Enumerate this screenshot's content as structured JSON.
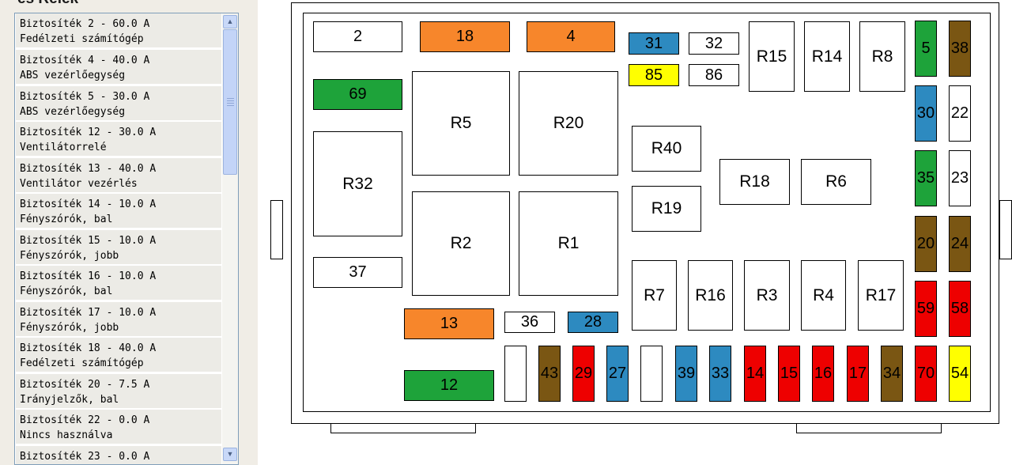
{
  "left_panel": {
    "heading": "és Relék",
    "items": [
      {
        "line1": "Biztosíték 2 - 60.0 A",
        "line2": "Fedélzeti számítógép"
      },
      {
        "line1": "Biztosíték 4 - 40.0 A",
        "line2": "ABS vezérlőegység"
      },
      {
        "line1": "Biztosíték 5 - 30.0 A",
        "line2": "ABS vezérlőegység"
      },
      {
        "line1": "Biztosíték 12 - 30.0 A",
        "line2": "Ventilátorrelé"
      },
      {
        "line1": "Biztosíték 13 - 40.0 A",
        "line2": "Ventilátor vezérlés"
      },
      {
        "line1": "Biztosíték 14 - 10.0 A",
        "line2": "Fényszórók, bal"
      },
      {
        "line1": "Biztosíték 15 - 10.0 A",
        "line2": "Fényszórók, jobb"
      },
      {
        "line1": "Biztosíték 16 - 10.0 A",
        "line2": "Fényszórók, bal"
      },
      {
        "line1": "Biztosíték 17 - 10.0 A",
        "line2": "Fényszórók, jobb"
      },
      {
        "line1": "Biztosíték 18 - 40.0 A",
        "line2": "Fedélzeti számítógép"
      },
      {
        "line1": "Biztosíték 20 - 7.5 A",
        "line2": "Irányjelzők, bal"
      },
      {
        "line1": "Biztosíték 22 - 0.0 A",
        "line2": "Nincs használva"
      },
      {
        "line1": "Biztosíték 23 - 0.0 A",
        "line2": ""
      }
    ],
    "scroll_up_icon": "up-arrow-icon",
    "scroll_down_icon": "down-arrow-icon"
  },
  "fuse_box": {
    "colors": {
      "orange": "#f7862b",
      "green": "#1ea33a",
      "blue": "#2d8ac0",
      "yellow": "#ffff00",
      "brown": "#7a5613",
      "red": "#ee0000",
      "white": "#ffffff"
    },
    "fuses": {
      "f2": "2",
      "f18": "18",
      "f4": "4",
      "f31": "31",
      "f32": "32",
      "f85": "85",
      "f86": "86",
      "f69": "69",
      "f37": "37",
      "f13": "13",
      "f36": "36",
      "f28": "28",
      "f12": "12",
      "f5": "5",
      "f38": "38",
      "f30": "30",
      "f22": "22",
      "f35": "35",
      "f23": "23",
      "f20": "20",
      "f24": "24",
      "f59": "59",
      "f58": "58",
      "f43": "43",
      "f29": "29",
      "f27": "27",
      "f39": "39",
      "f33": "33",
      "f14": "14",
      "f15": "15",
      "f16": "16",
      "f17": "17",
      "f34": "34",
      "f70": "70",
      "f54": "54"
    },
    "relays": {
      "r5": "R5",
      "r20": "R20",
      "r32": "R32",
      "r2": "R2",
      "r1": "R1",
      "r15": "R15",
      "r14": "R14",
      "r8": "R8",
      "r40": "R40",
      "r19": "R19",
      "r18": "R18",
      "r6": "R6",
      "r7": "R7",
      "r16": "R16",
      "r3": "R3",
      "r4": "R4",
      "r17": "R17"
    }
  }
}
